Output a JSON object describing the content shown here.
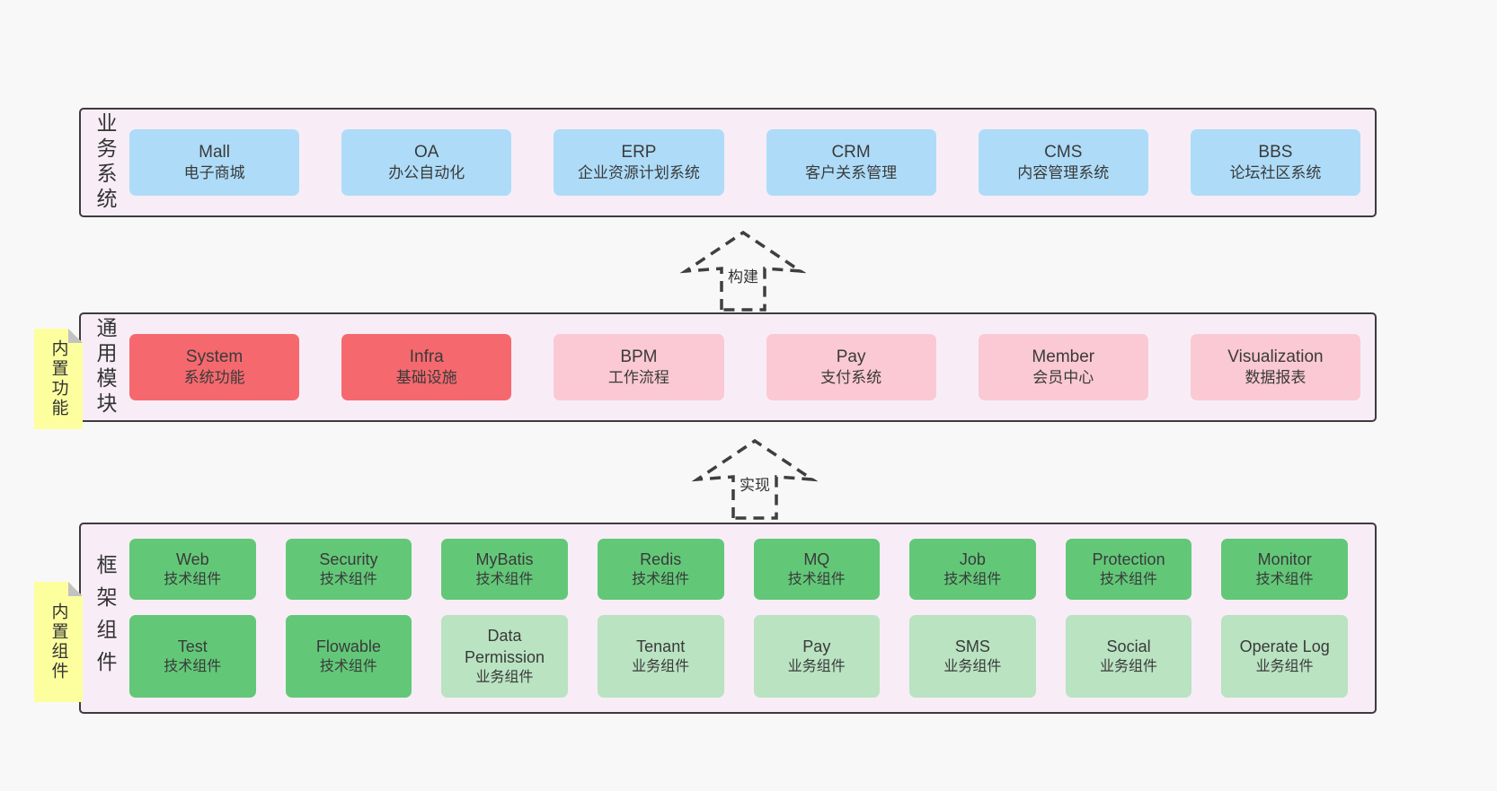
{
  "colors": {
    "page_bg": "#f8f8f8",
    "band_bg": "#f8edf6",
    "band_border": "#3c3c3c",
    "blue": "#aedcf8",
    "red": "#f5696e",
    "pink": "#fbc9d3",
    "green": "#62c878",
    "green_light": "#b9e3c1",
    "sticky_yellow": "#fdff9f",
    "text": "#3a3a3a"
  },
  "arrows": [
    {
      "label": "构建"
    },
    {
      "label": "实现"
    }
  ],
  "bands": [
    {
      "label": "业务系统",
      "boxes": [
        {
          "title": "Mall",
          "subtitle": "电子商城"
        },
        {
          "title": "OA",
          "subtitle": "办公自动化"
        },
        {
          "title": "ERP",
          "subtitle": "企业资源计划系统"
        },
        {
          "title": "CRM",
          "subtitle": "客户关系管理"
        },
        {
          "title": "CMS",
          "subtitle": "内容管理系统"
        },
        {
          "title": "BBS",
          "subtitle": "论坛社区系统"
        }
      ]
    },
    {
      "label": "通用模块",
      "sticky": "内置功能",
      "boxes": [
        {
          "title": "System",
          "subtitle": "系统功能"
        },
        {
          "title": "Infra",
          "subtitle": "基础设施"
        },
        {
          "title": "BPM",
          "subtitle": "工作流程"
        },
        {
          "title": "Pay",
          "subtitle": "支付系统"
        },
        {
          "title": "Member",
          "subtitle": "会员中心"
        },
        {
          "title": "Visualization",
          "subtitle": "数据报表"
        }
      ]
    },
    {
      "label": "框架组件",
      "sticky": "内置组件",
      "rows": [
        [
          {
            "title": "Web",
            "subtitle": "技术组件"
          },
          {
            "title": "Security",
            "subtitle": "技术组件"
          },
          {
            "title": "MyBatis",
            "subtitle": "技术组件"
          },
          {
            "title": "Redis",
            "subtitle": "技术组件"
          },
          {
            "title": "MQ",
            "subtitle": "技术组件"
          },
          {
            "title": "Job",
            "subtitle": "技术组件"
          },
          {
            "title": "Protection",
            "subtitle": "技术组件"
          },
          {
            "title": "Monitor",
            "subtitle": "技术组件"
          }
        ],
        [
          {
            "title": "Test",
            "subtitle": "技术组件"
          },
          {
            "title": "Flowable",
            "subtitle": "技术组件"
          },
          {
            "title": "Data Permission",
            "subtitle": "业务组件"
          },
          {
            "title": "Tenant",
            "subtitle": "业务组件"
          },
          {
            "title": "Pay",
            "subtitle": "业务组件"
          },
          {
            "title": "SMS",
            "subtitle": "业务组件"
          },
          {
            "title": "Social",
            "subtitle": "业务组件"
          },
          {
            "title": "Operate Log",
            "subtitle": "业务组件"
          }
        ]
      ]
    }
  ]
}
